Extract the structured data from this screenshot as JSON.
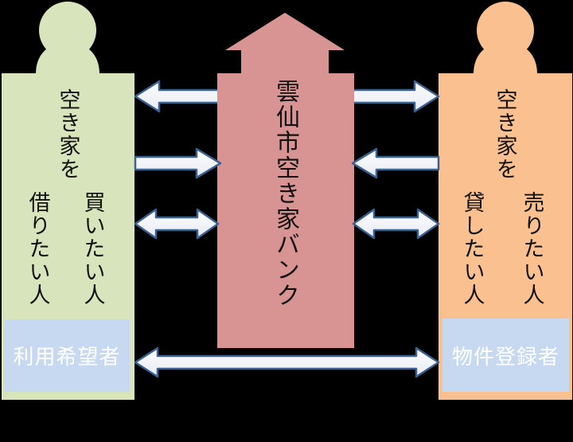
{
  "diagram": {
    "title": "雲仙市空き家バンク",
    "type": "vacant-house-bank-flow"
  },
  "bank": {
    "title": "雲仙市空き家バンク"
  },
  "seekers": {
    "heading": "空き家を",
    "want_buy": "買いたい人",
    "want_rent": "借りたい人",
    "badge": "利用希望者"
  },
  "owners": {
    "heading": "空き家を",
    "want_sell": "売りたい人",
    "want_lend": "貸したい人",
    "badge": "物件登録者"
  },
  "arrows": {
    "top_exchange": "double-arrow between seekers and owners through bank",
    "seeker_to_bank": "arrow from seekers into bank",
    "owner_to_bank": "arrow from owners into bank",
    "seeker_bank_double": "double-arrow between seekers and bank",
    "owner_bank_double": "double-arrow between owners and bank",
    "bottom_direct": "double-arrow between seekers and owners"
  },
  "colors": {
    "background": "#000000",
    "seeker_fill": "#d8e4bc",
    "owner_fill": "#fac08f",
    "bank_fill": "#d89492",
    "badge_fill": "#c7d9f1",
    "badge_text": "#ffffff",
    "arrow_border": "#3a6191",
    "text": "#111111"
  }
}
